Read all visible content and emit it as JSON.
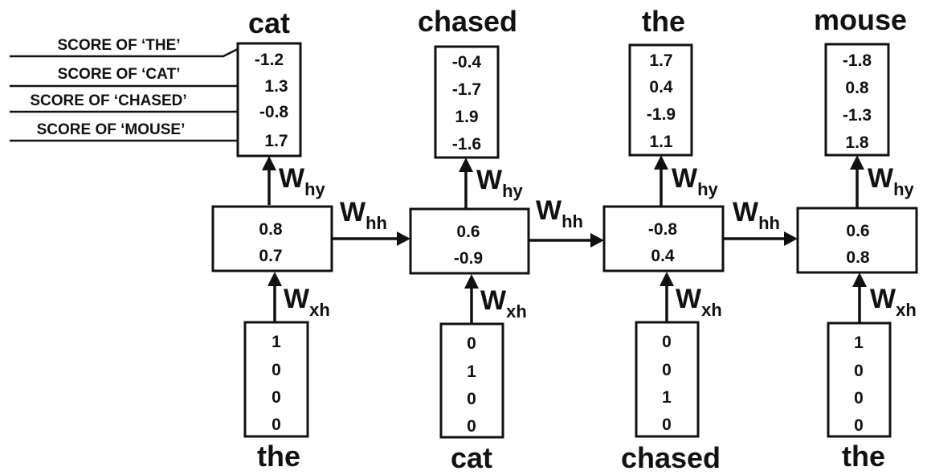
{
  "score_labels": [
    "SCORE OF ‘THE’",
    "SCORE OF ‘CAT’",
    "SCORE OF ‘CHASED’",
    "SCORE OF ‘MOUSE’"
  ],
  "weights": {
    "hy": "hy",
    "hh": "hh",
    "xh": "xh",
    "letter": "W"
  },
  "timesteps": [
    {
      "input_word": "the",
      "input_vector": [
        "1",
        "0",
        "0",
        "0"
      ],
      "hidden": [
        "0.8",
        "0.7"
      ],
      "output_scores": [
        "-1.2",
        "1.3",
        "-0.8",
        "1.7"
      ],
      "output_word": "cat"
    },
    {
      "input_word": "cat",
      "input_vector": [
        "0",
        "1",
        "0",
        "0"
      ],
      "hidden": [
        "0.6",
        "-0.9"
      ],
      "output_scores": [
        "-0.4",
        "-1.7",
        "1.9",
        "-1.6"
      ],
      "output_word": "chased"
    },
    {
      "input_word": "chased",
      "input_vector": [
        "0",
        "0",
        "1",
        "0"
      ],
      "hidden": [
        "-0.8",
        "0.4"
      ],
      "output_scores": [
        "1.7",
        "0.4",
        "-1.9",
        "1.1"
      ],
      "output_word": "the"
    },
    {
      "input_word": "the",
      "input_vector": [
        "1",
        "0",
        "0",
        "0"
      ],
      "hidden": [
        "0.6",
        "0.8"
      ],
      "output_scores": [
        "-1.8",
        "0.8",
        "-1.3",
        "1.8"
      ],
      "output_word": "mouse"
    }
  ]
}
